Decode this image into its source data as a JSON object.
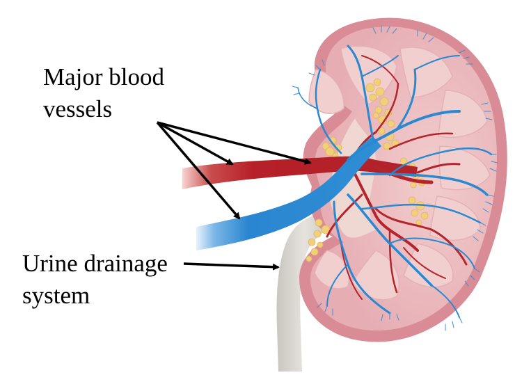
{
  "labels": {
    "blood_vessels": [
      "Major blood",
      "vessels"
    ],
    "urine_drainage": [
      "Urine drainage",
      "system"
    ]
  },
  "colors": {
    "background": "#ffffff",
    "kidney_capsule": "#d98c95",
    "kidney_cortex": "#eab9bd",
    "kidney_medulla": "#f3d3d3",
    "artery_red": "#b5232b",
    "vein_blue": "#2a88d0",
    "fat_yellow": "#f0cf7a",
    "ureter_grey": "#d9d6d0",
    "arrow": "#000000",
    "text": "#000000"
  },
  "icons": {
    "kidney": "kidney-cross-section-illustration"
  }
}
